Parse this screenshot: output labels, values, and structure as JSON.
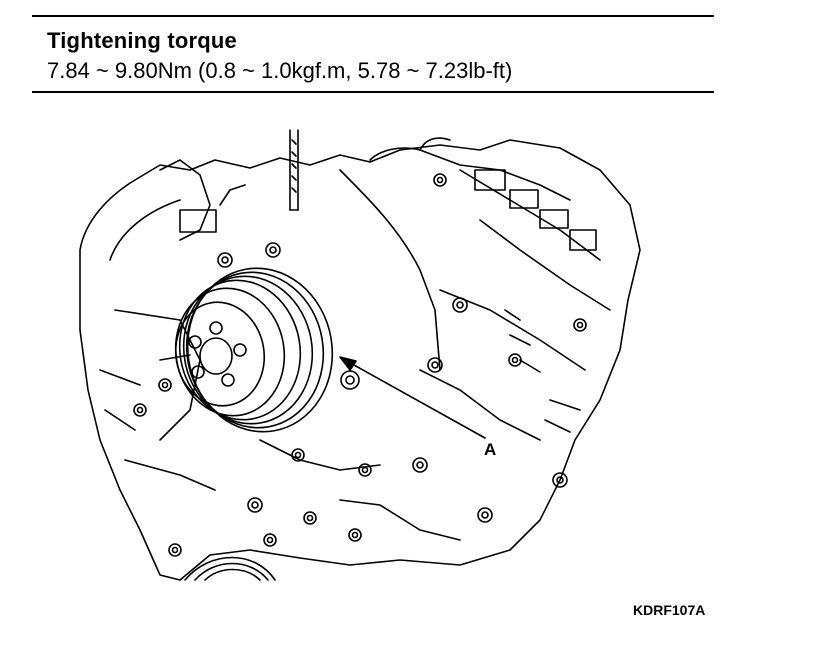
{
  "spec": {
    "title": "Tightening torque",
    "value": "7.84 ~ 9.80Nm (0.8 ~ 1.0kgf.m, 5.78 ~ 7.23lb-ft)"
  },
  "figure": {
    "callout_label": "A",
    "figure_code": "KDRF107A"
  }
}
